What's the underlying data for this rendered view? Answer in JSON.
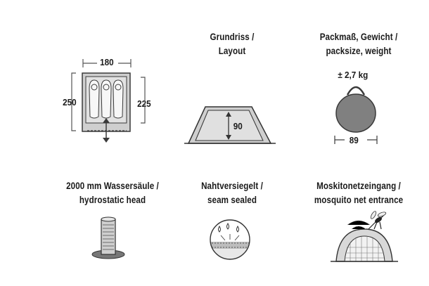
{
  "floorplan": {
    "width": "180",
    "length_outer": "250",
    "length_inner": "225"
  },
  "layout": {
    "title_line1": "Grundriss /",
    "title_line2": "Layout",
    "height": "90"
  },
  "pack": {
    "title_line1": "Packmaß, Gewicht /",
    "title_line2": "packsize, weight",
    "weight": "± 2,7 kg",
    "size": "89"
  },
  "hydro": {
    "title_line1": "2000 mm Wassersäule /",
    "title_line2": "hydrostatic head"
  },
  "seam": {
    "title_line1": "Nahtversiegelt /",
    "title_line2": "seam sealed"
  },
  "mosquito": {
    "title_line1": "Moskitonetzeingang /",
    "title_line2": "mosquito net entrance"
  }
}
